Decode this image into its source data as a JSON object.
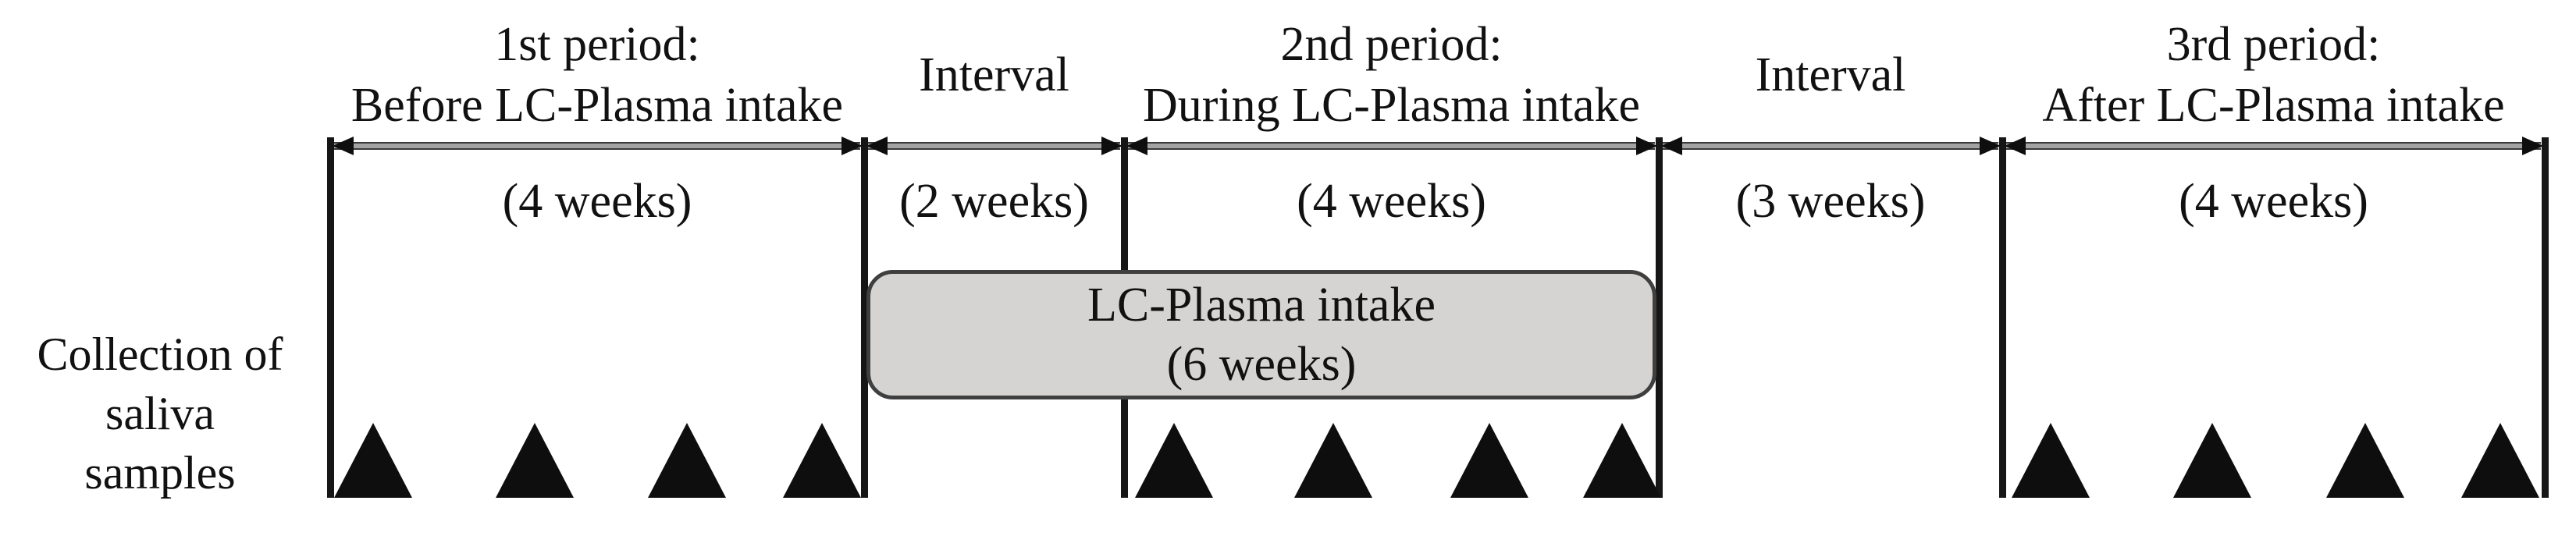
{
  "row_label": {
    "line1": "Collection of",
    "line2": "saliva",
    "line3": "samples"
  },
  "segments": [
    {
      "title_line1": "1st period:",
      "title_line2": "Before LC-Plasma intake",
      "duration": "(4 weeks)",
      "saliva_collections": 4
    },
    {
      "title_line1": "Interval",
      "duration": "(2 weeks)",
      "saliva_collections": 0
    },
    {
      "title_line1": "2nd period:",
      "title_line2": "During LC-Plasma intake",
      "duration": "(4 weeks)",
      "saliva_collections": 4
    },
    {
      "title_line1": "Interval",
      "duration": "(3 weeks)",
      "saliva_collections": 0
    },
    {
      "title_line1": "3rd period:",
      "title_line2": "After LC-Plasma intake",
      "duration": "(4 weeks)",
      "saliva_collections": 4
    }
  ],
  "intake_box": {
    "line1": "LC-Plasma intake",
    "line2": "(6 weeks)"
  },
  "colors": {
    "background": "#ffffff",
    "text": "#111111",
    "line": "#161616",
    "marker": "#0e0e0e",
    "arrow_shaft": "#a3a3a3",
    "arrow_edge": "#3a3a3a",
    "box_fill": "#d6d4d2",
    "box_border": "#3f3f3f"
  },
  "marker_total": 12
}
